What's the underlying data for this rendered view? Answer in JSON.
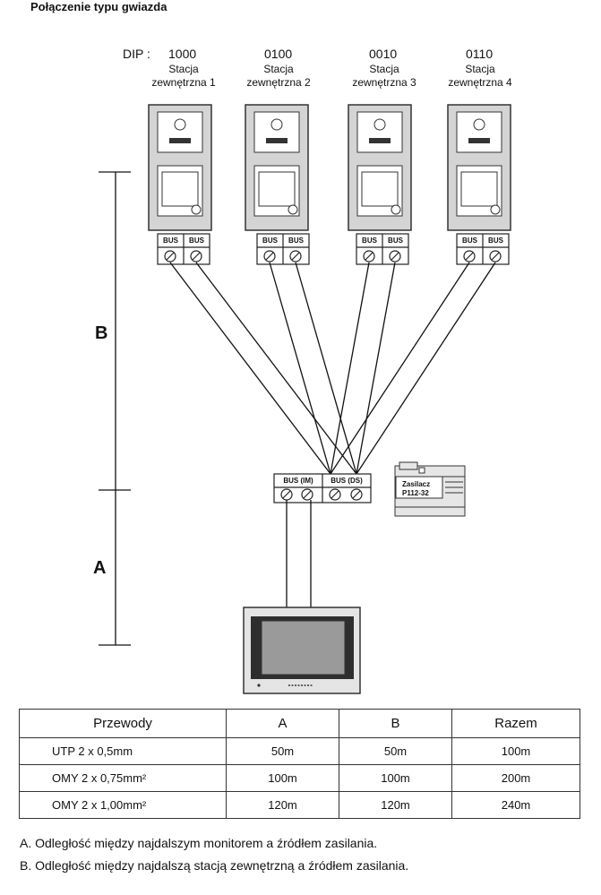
{
  "title": "Połączenie typu gwiazda",
  "dip_label": "DIP :",
  "stations": [
    {
      "dip": "1000",
      "line1": "Stacja",
      "line2": "zewnętrzna 1"
    },
    {
      "dip": "0100",
      "line1": "Stacja",
      "line2": "zewnętrzna 2"
    },
    {
      "dip": "0010",
      "line1": "Stacja",
      "line2": "zewnętrzna 3"
    },
    {
      "dip": "0110",
      "line1": "Stacja",
      "line2": "zewnętrzna 4"
    }
  ],
  "bus_label": "BUS",
  "hub": {
    "im_label": "BUS (IM)",
    "ds_label": "BUS (DS)"
  },
  "psu": {
    "line1": "Zasilacz",
    "line2": "P112-32"
  },
  "dimensions": {
    "b": "B",
    "a": "A"
  },
  "table": {
    "headers": [
      "Przewody",
      "A",
      "B",
      "Razem"
    ],
    "rows": [
      [
        "UTP 2 x 0,5mm",
        "50m",
        "50m",
        "100m"
      ],
      [
        "OMY 2 x 0,75mm²",
        "100m",
        "100m",
        "200m"
      ],
      [
        "OMY 2 x 1,00mm²",
        "120m",
        "120m",
        "240m"
      ]
    ]
  },
  "notes": {
    "a": "A. Odległość między najdalszym monitorem a źródłem zasilania.",
    "b": "B. Odległość między najdalszą stacją zewnętrzną a źródłem zasilania."
  }
}
